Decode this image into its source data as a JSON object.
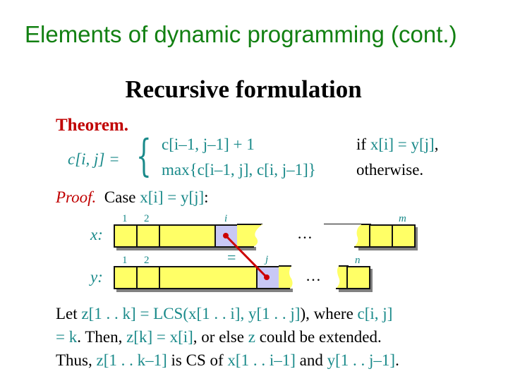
{
  "slide": {
    "title": "Elements of dynamic programming (cont.)",
    "subtitle": "Recursive formulation",
    "colors": {
      "title": "#128012",
      "theorem": "#c00000",
      "math": "#1a8a8a",
      "cell": "#ffff66",
      "cell_selected": "#c8c8f5",
      "connector": "#cc0000"
    }
  },
  "theorem": {
    "label": "Theorem.",
    "lhs": "c[i, j] =",
    "case1_expr": "c[i–1, j–1] + 1",
    "case1_cond_prefix": "if ",
    "case1_cond": "x[i] = y[j]",
    "case1_cond_suffix": ",",
    "case2_expr": "max{c[i–1, j], c[i, j–1]}",
    "case2_cond": "otherwise."
  },
  "proof": {
    "label": "Proof.",
    "case_prefix": "Case ",
    "case_expr": "x[i] = y[j]",
    "case_suffix": ":"
  },
  "diagram": {
    "x_label": "x:",
    "y_label": "y:",
    "x_indices": {
      "one": "1",
      "two": "2",
      "i": "i",
      "m": "m"
    },
    "y_indices": {
      "one": "1",
      "two": "2",
      "j": "j",
      "n": "n"
    },
    "equals": "=",
    "ellipsis": "…"
  },
  "explanation": {
    "line1": {
      "t1": "Let ",
      "m1": "z[1 . . k]",
      "t2": " = LCS(",
      "m2": "x[1 . . i]",
      "t3": ", ",
      "m3": "y[1 . . j]",
      "t4": "), where ",
      "m4": "c[i, j]"
    },
    "line2": {
      "m1": "= k",
      "t1": ".  Then, ",
      "m2": "z[k] = x[i]",
      "t2": ", or else ",
      "m3": "z",
      "t3": " could be extended."
    },
    "line3": {
      "t1": "Thus, ",
      "m1": "z[1 . . k–1]",
      "t2": " is CS of ",
      "m2": "x[1 . . i–1]",
      "t3": " and ",
      "m3": "y[1 . . j–1]",
      "t4": "."
    }
  }
}
